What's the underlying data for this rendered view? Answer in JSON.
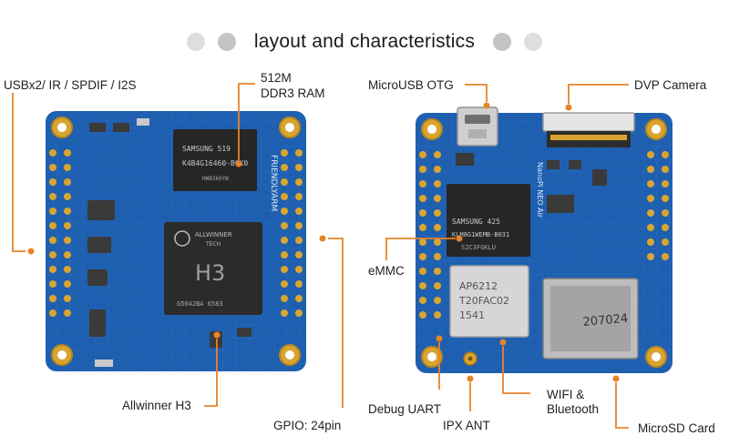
{
  "header": {
    "title": "layout and characteristics"
  },
  "labels": {
    "usb_interfaces": "USBx2/ IR / SPDIF / I2S",
    "ram_size": "512M",
    "ram_type": "DDR3 RAM",
    "soc": "Allwinner H3",
    "gpio": "GPIO: 24pin",
    "microusb": "MicroUSB  OTG",
    "camera": "DVP Camera",
    "emmc": "eMMC",
    "debug_uart": "Debug UART",
    "ipx_ant": "IPX ANT",
    "wifi_line1": "WIFI &",
    "wifi_line2": "Bluetooth",
    "microsd": "MicroSD Card"
  },
  "chip_markings": {
    "ram_line1": "SAMSUNG   519",
    "ram_line2": "K4B4G16460-BCK0",
    "ram_line3": "HWB369YB",
    "soc_brand": "ALLWINNER",
    "soc_brand2": "TECH",
    "soc_name": "H3",
    "soc_code": "G5042BA  6583",
    "emmc_line1": "SAMSUNG    425",
    "emmc_line2": "KLM8G1WEMB-B031",
    "emmc_line3": "S2C3FGKLU",
    "wifi_line1": "AP6212",
    "wifi_line2": "T20FAC02",
    "wifi_line3": "1541",
    "sd_code": "207024",
    "board_name": "FRIENDLYARM",
    "board_name2": "NanoPi NEO Air"
  },
  "colors": {
    "pcb": "#1f5fb0",
    "pcb_dark": "#17488a",
    "gold": "#d9a531",
    "accent": "#e8832a",
    "chip": "#2a2a2a"
  }
}
